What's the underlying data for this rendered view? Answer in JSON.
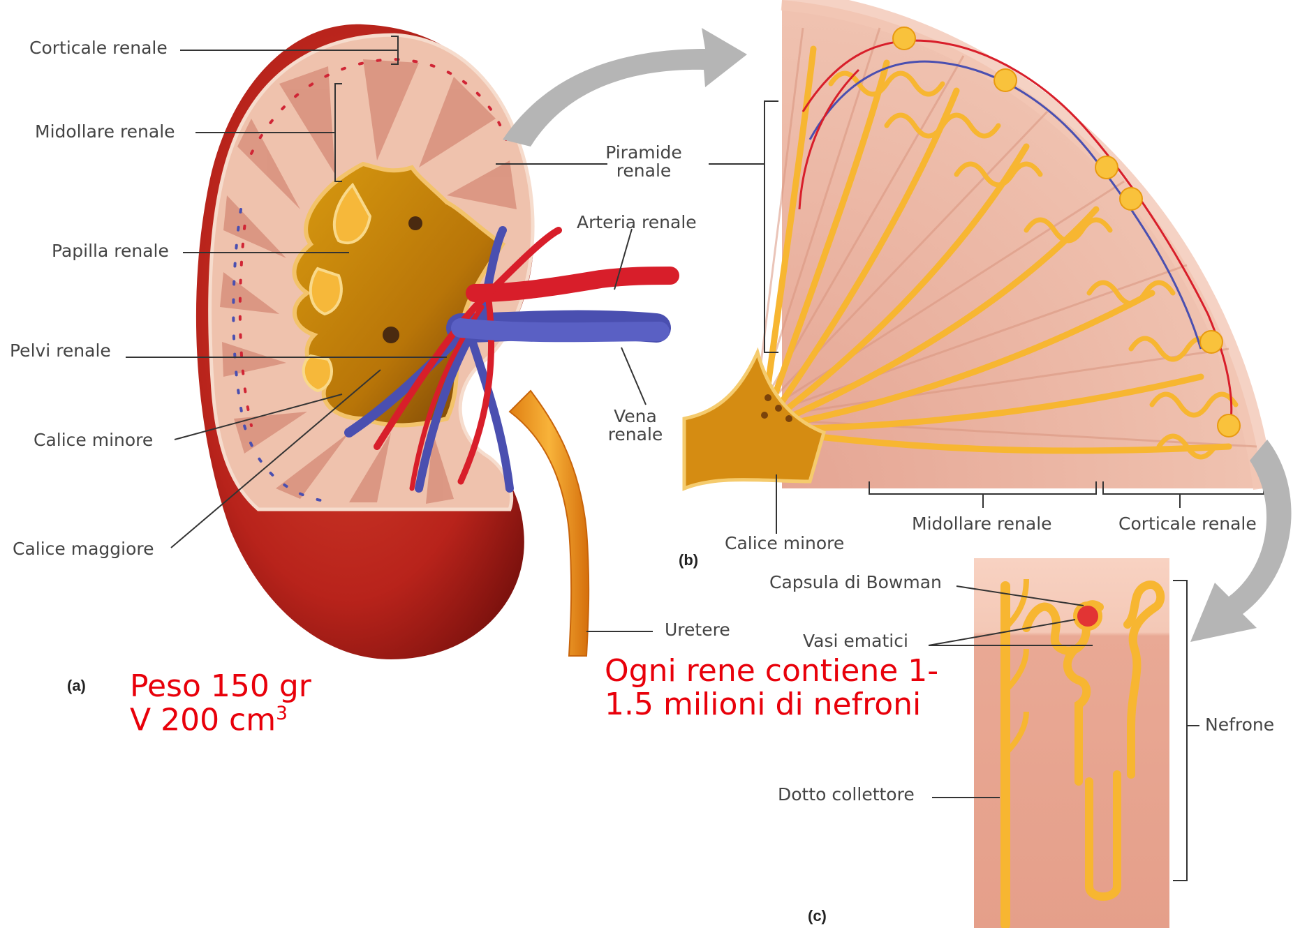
{
  "labels_a": {
    "corticale": "Corticale renale",
    "midollare": "Midollare renale",
    "papilla": "Papilla renale",
    "pelvi": "Pelvi renale",
    "calice_minore": "Calice minore",
    "calice_maggiore": "Calice maggiore",
    "piramide_line1": "Piramide",
    "piramide_line2": "renale",
    "arteria": "Arteria renale",
    "vena_line1": "Vena",
    "vena_line2": "renale",
    "uretere": "Uretere"
  },
  "labels_b": {
    "calice_minore": "Calice minore",
    "midollare": "Midollare renale",
    "corticale": "Corticale renale"
  },
  "labels_c": {
    "capsula": "Capsula di Bowman",
    "vasi": "Vasi ematici",
    "nefrone": "Nefrone",
    "dotto": "Dotto collettore"
  },
  "panels": {
    "a": "(a)",
    "b": "(b)",
    "c": "(c)"
  },
  "notes": {
    "peso": "Peso 150 gr",
    "volume_prefix": "V 200 cm",
    "volume_sup": "3",
    "nefroni_line1": "Ogni rene contiene 1-",
    "nefroni_line2": "1.5 milioni di nefroni"
  },
  "colors": {
    "kidney_capsule": "#b8231b",
    "kidney_dark": "#8e1612",
    "cortex": "#e9b8a3",
    "pyramid": "#d99582",
    "pelvis": "#e8a010",
    "artery": "#d81e2a",
    "vein": "#4a4fb0",
    "ureter": "#f0a030",
    "tubule": "#f7b631",
    "note_text": "#e8000a",
    "arrow": "#b5b5b5"
  }
}
